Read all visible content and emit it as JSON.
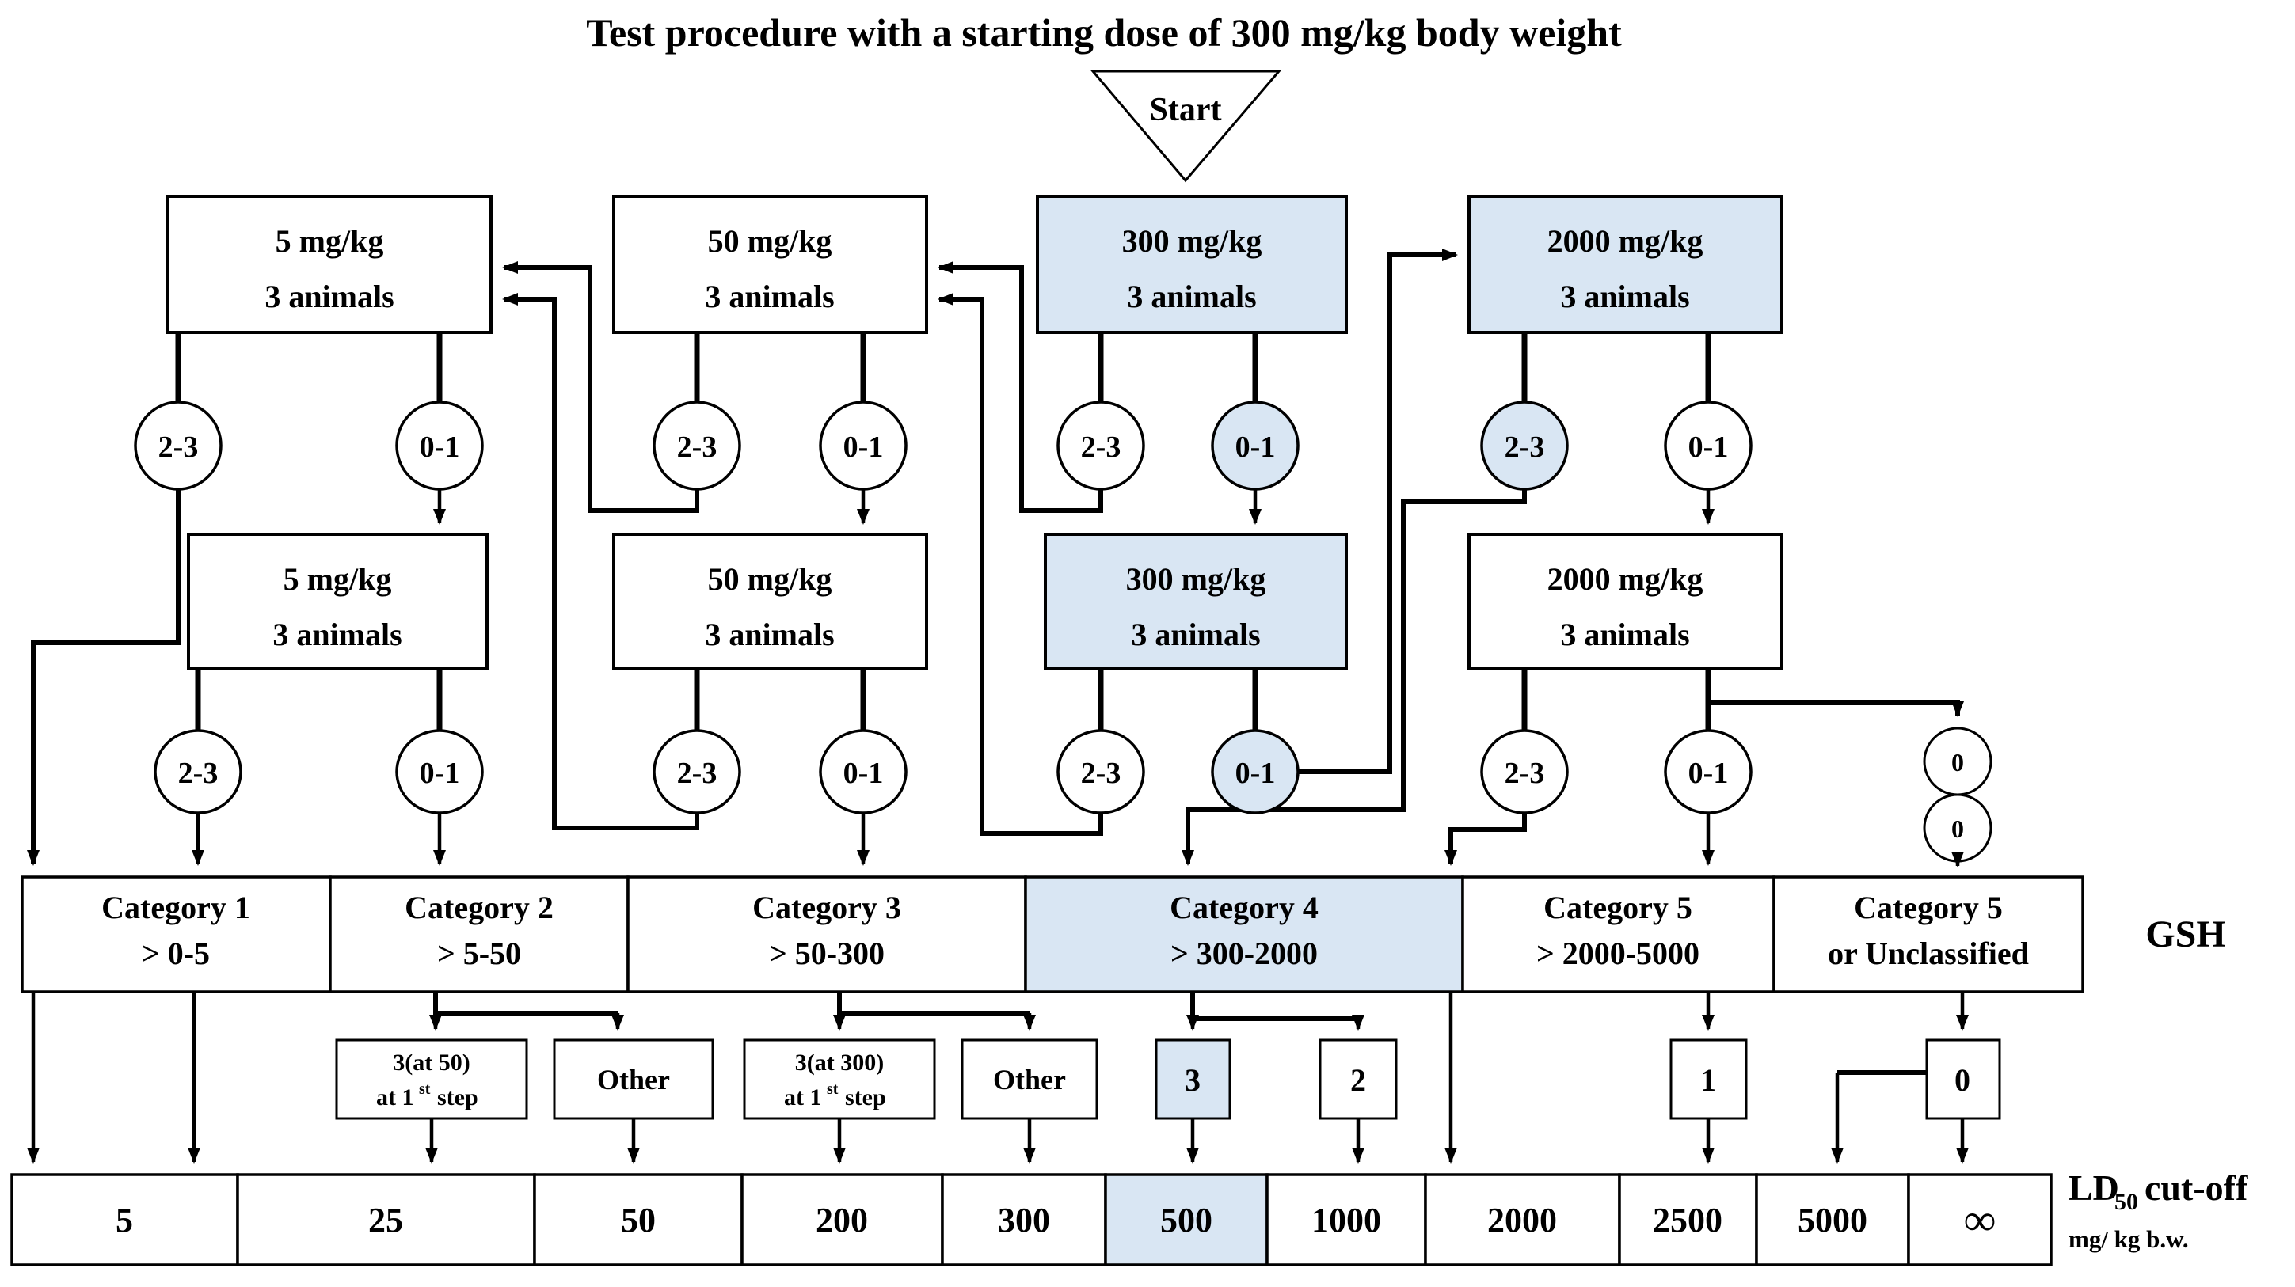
{
  "title": "Test procedure with a starting dose of 300 mg/kg body weight",
  "start_label": "Start",
  "gsh_label": "GSH",
  "colors": {
    "highlight": "#d9e6f3",
    "line": "#000000",
    "text": "#000000",
    "background": "#ffffff"
  },
  "dose_boxes": {
    "row1": [
      {
        "dose": "5 mg/kg",
        "animals": "3 animals",
        "highlighted": false
      },
      {
        "dose": "50 mg/kg",
        "animals": "3 animals",
        "highlighted": false
      },
      {
        "dose": "300 mg/kg",
        "animals": "3 animals",
        "highlighted": true
      },
      {
        "dose": "2000 mg/kg",
        "animals": "3 animals",
        "highlighted": true
      }
    ],
    "row2": [
      {
        "dose": "5 mg/kg",
        "animals": "3 animals",
        "highlighted": false
      },
      {
        "dose": "50 mg/kg",
        "animals": "3 animals",
        "highlighted": false
      },
      {
        "dose": "300 mg/kg",
        "animals": "3 animals",
        "highlighted": true
      },
      {
        "dose": "2000 mg/kg",
        "animals": "3 animals",
        "highlighted": false
      }
    ]
  },
  "outcome_ovals": {
    "row1": [
      {
        "label": "2-3",
        "highlighted": false
      },
      {
        "label": "0-1",
        "highlighted": false
      },
      {
        "label": "2-3",
        "highlighted": false
      },
      {
        "label": "0-1",
        "highlighted": false
      },
      {
        "label": "2-3",
        "highlighted": false
      },
      {
        "label": "0-1",
        "highlighted": true
      },
      {
        "label": "2-3",
        "highlighted": true
      },
      {
        "label": "0-1",
        "highlighted": false
      }
    ],
    "row2": [
      {
        "label": "2-3",
        "highlighted": false
      },
      {
        "label": "0-1",
        "highlighted": false
      },
      {
        "label": "2-3",
        "highlighted": false
      },
      {
        "label": "0-1",
        "highlighted": false
      },
      {
        "label": "2-3",
        "highlighted": false
      },
      {
        "label": "0-1",
        "highlighted": true
      },
      {
        "label": "2-3",
        "highlighted": false
      },
      {
        "label": "0-1",
        "highlighted": false
      }
    ]
  },
  "zero_circles": [
    {
      "label": "0"
    },
    {
      "label": "0"
    }
  ],
  "categories": [
    {
      "name": "Category 1",
      "range": "> 0-5",
      "highlighted": false
    },
    {
      "name": "Category 2",
      "range": "> 5-50",
      "highlighted": false
    },
    {
      "name": "Category 3",
      "range": "> 50-300",
      "highlighted": false
    },
    {
      "name": "Category 4",
      "range": "> 300-2000",
      "highlighted": true
    },
    {
      "name": "Category 5",
      "range": "> 2000-5000",
      "highlighted": false
    },
    {
      "name": "Category 5",
      "range": "or Unclassified",
      "highlighted": false
    }
  ],
  "refinement_boxes": {
    "cat2_exact": {
      "line1": "3(at 50)",
      "line2_pre": "at 1",
      "line2_sup": "st",
      "line2_post": "step"
    },
    "cat2_other": {
      "label": "Other"
    },
    "cat3_exact": {
      "line1": "3(at 300)",
      "line2_pre": "at 1",
      "line2_sup": "st",
      "line2_post": "step"
    },
    "cat3_other": {
      "label": "Other"
    },
    "cat4_three": {
      "label": "3",
      "highlighted": true
    },
    "cat4_two": {
      "label": "2",
      "highlighted": false
    },
    "cat5_one": {
      "label": "1",
      "highlighted": false
    },
    "cat5u_zero": {
      "label": "0",
      "highlighted": false
    }
  },
  "ld50_row": {
    "values": [
      {
        "value": "5",
        "highlighted": false
      },
      {
        "value": "25",
        "highlighted": false
      },
      {
        "value": "50",
        "highlighted": false
      },
      {
        "value": "200",
        "highlighted": false
      },
      {
        "value": "300",
        "highlighted": false
      },
      {
        "value": "500",
        "highlighted": true
      },
      {
        "value": "1000",
        "highlighted": false
      },
      {
        "value": "2000",
        "highlighted": false
      },
      {
        "value": "2500",
        "highlighted": false
      },
      {
        "value": "5000",
        "highlighted": false
      },
      {
        "value": "∞",
        "highlighted": false
      }
    ],
    "label": {
      "prefix": "LD",
      "sub": "50",
      "suffix": "cut-off"
    },
    "units": "mg/ kg b.w."
  }
}
